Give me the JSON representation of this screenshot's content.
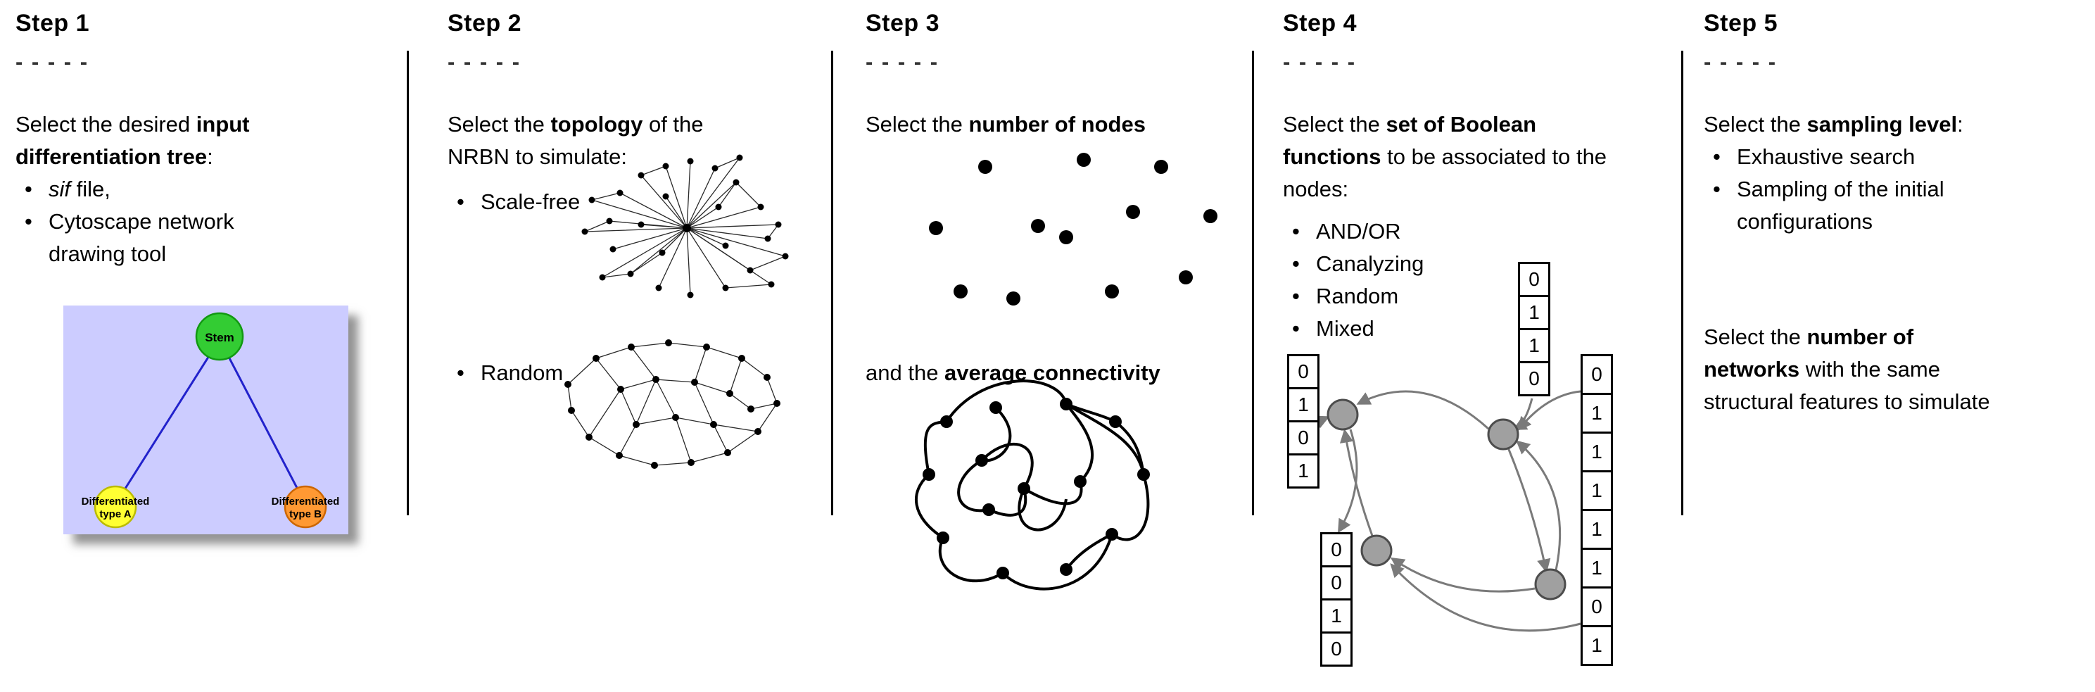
{
  "steps": [
    {
      "title": "Step 1",
      "dashes": "- - - - -",
      "p1": {
        "s0": "Select the desired ",
        "s1": "input differentiation tree",
        "s2": ":"
      },
      "bullet1": {
        "italic": "sif",
        "rest": " file,"
      },
      "bullet2": "Cytoscape network drawing tool",
      "tree": {
        "stem": "Stem",
        "a1": "Differentiated",
        "a2": "type A",
        "b1": "Differentiated",
        "b2": "type B"
      }
    },
    {
      "title": "Step 2",
      "dashes": "- - - - -",
      "p1": {
        "s0": "Select the ",
        "s1": "topology",
        "s2": " of the NRBN to simulate:"
      },
      "bullet1": "Scale-free",
      "bullet2": "Random"
    },
    {
      "title": "Step 3",
      "dashes": "- - - - -",
      "p1": {
        "s0": "Select the ",
        "s1": "number of nodes"
      },
      "p2": {
        "s0": "and the ",
        "s1": "average connectivity"
      }
    },
    {
      "title": "Step 4",
      "dashes": "- - - - -",
      "p1": {
        "s0": "Select the ",
        "s1": "set of Boolean functions",
        "s2": " to be associated to the nodes:"
      },
      "bullets": [
        "AND/OR",
        "Canalyzing",
        "Random",
        "Mixed"
      ],
      "tables": {
        "top": [
          "0",
          "1",
          "1",
          "0"
        ],
        "left": [
          "0",
          "1",
          "0",
          "1"
        ],
        "bottom_left": [
          "0",
          "0",
          "1",
          "0"
        ],
        "right": [
          "0",
          "1",
          "1",
          "1",
          "1",
          "1",
          "0",
          "1"
        ]
      }
    },
    {
      "title": "Step 5",
      "dashes": "- - - - -",
      "p1": {
        "s0": "Select the ",
        "s1": "sampling level",
        "s2": ":"
      },
      "bullets": [
        "Exhaustive search",
        "Sampling of the initial configurations"
      ],
      "p2l1": {
        "s0": "Select the ",
        "s1": "number of"
      },
      "p2l2": {
        "s0": "networks",
        "s1": " with the same"
      },
      "p2l3": {
        "s0": "structural features to simulate"
      }
    }
  ],
  "colors": {
    "tree_background": "#ccccff",
    "stem_fill": "#33cc33",
    "type_a_fill": "#ffff33",
    "type_b_fill": "#ff9933",
    "tree_edge_blue": "#2222cc",
    "boolean_node_gray": "#a0a0a0",
    "boolean_edge_gray": "#7a7a7a"
  }
}
